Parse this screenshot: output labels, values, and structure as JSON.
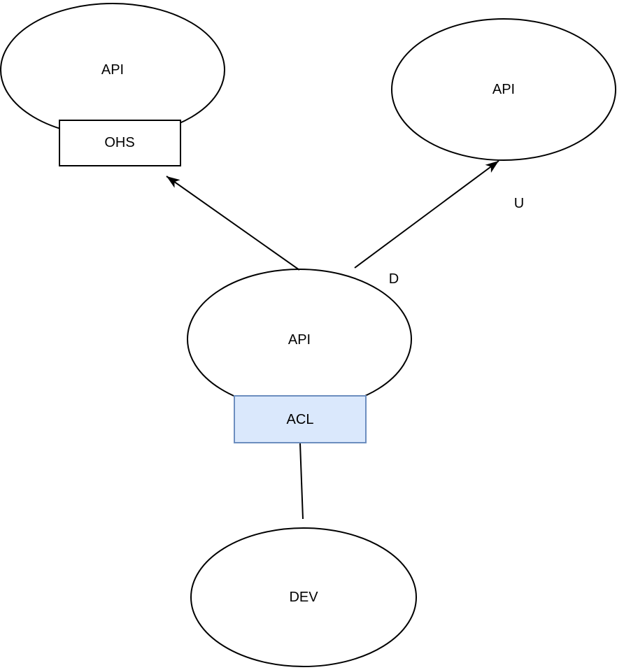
{
  "diagram": {
    "type": "context-map-diagram",
    "background": "#ffffff",
    "nodes": [
      {
        "id": "api-top-left",
        "shape": "ellipse",
        "label": "API"
      },
      {
        "id": "ohs",
        "shape": "rect",
        "label": "OHS"
      },
      {
        "id": "api-top-right",
        "shape": "ellipse",
        "label": "API"
      },
      {
        "id": "api-center",
        "shape": "ellipse",
        "label": "API"
      },
      {
        "id": "acl",
        "shape": "rect",
        "label": "ACL"
      },
      {
        "id": "dev",
        "shape": "ellipse",
        "label": "DEV"
      }
    ],
    "edges": [
      {
        "id": "center-to-top-left",
        "from": "api-center",
        "to": "api-top-left",
        "arrow": true,
        "label": ""
      },
      {
        "id": "center-to-top-right",
        "from": "api-center",
        "to": "api-top-right",
        "arrow": true,
        "label_near_source": "D",
        "label_near_target": "U"
      },
      {
        "id": "acl-to-dev",
        "from": "acl",
        "to": "dev",
        "arrow": false,
        "label": ""
      }
    ],
    "edge_labels": {
      "downstream": "D",
      "upstream": "U"
    },
    "colors": {
      "shape_stroke": "#000000",
      "shape_fill": "#ffffff",
      "acl_fill": "#dae8fc",
      "acl_stroke": "#6c8ebf",
      "text": "#000000"
    }
  }
}
